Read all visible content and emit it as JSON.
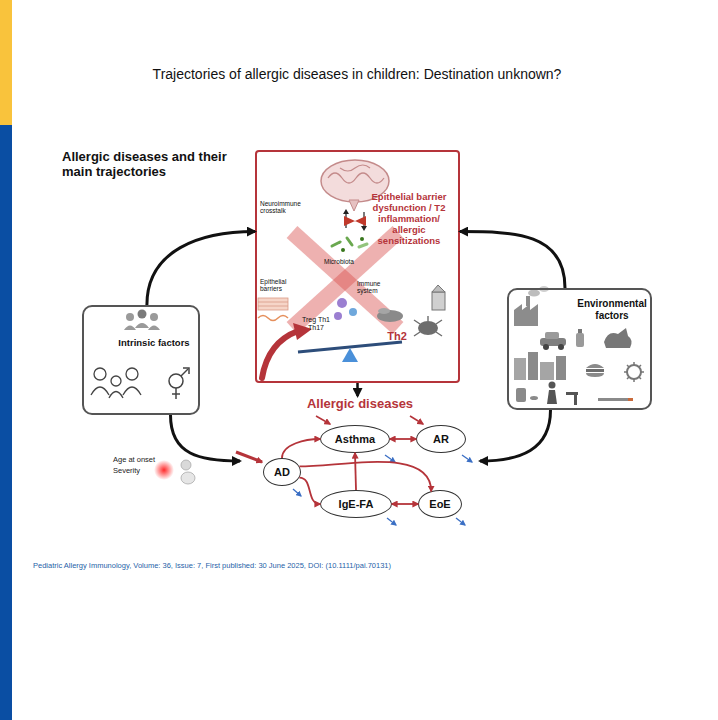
{
  "diagram": {
    "title": "Trajectories of allergic diseases in children: Destination unknown?",
    "caption": "Pediatric Allergy Immunology, Volume: 36, Issue: 7, First published: 30 June 2025, DOI: (10.1111/pai.70131)",
    "nodes": [
      {
        "text": [
          "Neuroimmune crosstalk",
          "Microbiota",
          "Epithelial barriers",
          "Immune system",
          "Epithelial barrier dysfunction / T2 inflammation/ allergic sensitizations",
          "Treg Th1 Th17",
          "Th2"
        ]
      },
      {
        "text": [
          "Intrinsic factors"
        ]
      },
      {
        "text": [
          "Environmental factors"
        ]
      },
      {
        "text": [
          "Allergic diseases"
        ]
      },
      {
        "text": [
          "Asthma"
        ],
        "in": 3
      },
      {
        "text": [
          "AR"
        ],
        "in": 3
      },
      {
        "text": [
          "AD"
        ],
        "in": 3
      },
      {
        "text": [
          "IgE-FA"
        ],
        "in": 3
      },
      {
        "text": [
          "EoE"
        ],
        "in": 3
      }
    ],
    "edges": [
      {
        "from": 1,
        "to": 0,
        "arrow": "to"
      },
      {
        "from": 2,
        "to": 0,
        "arrow": "to"
      },
      {
        "from": 0,
        "to": 3,
        "arrow": "to"
      },
      {
        "from": 1,
        "to": 3,
        "arrow": "to"
      },
      {
        "from": 2,
        "to": 3,
        "arrow": "to"
      },
      {
        "from": 6,
        "to": 4,
        "arrow": "to"
      },
      {
        "from": 6,
        "to": 7,
        "arrow": "to"
      },
      {
        "from": 6,
        "to": 8,
        "arrow": "to"
      },
      {
        "from": 7,
        "to": 4,
        "arrow": "to"
      },
      {
        "from": 4,
        "to": 5,
        "arrow": "both"
      },
      {
        "from": 7,
        "to": 8,
        "arrow": "both"
      }
    ],
    "labels": [
      "Allergic diseases and their main trajectories",
      "Age at onset",
      "Severity"
    ]
  }
}
